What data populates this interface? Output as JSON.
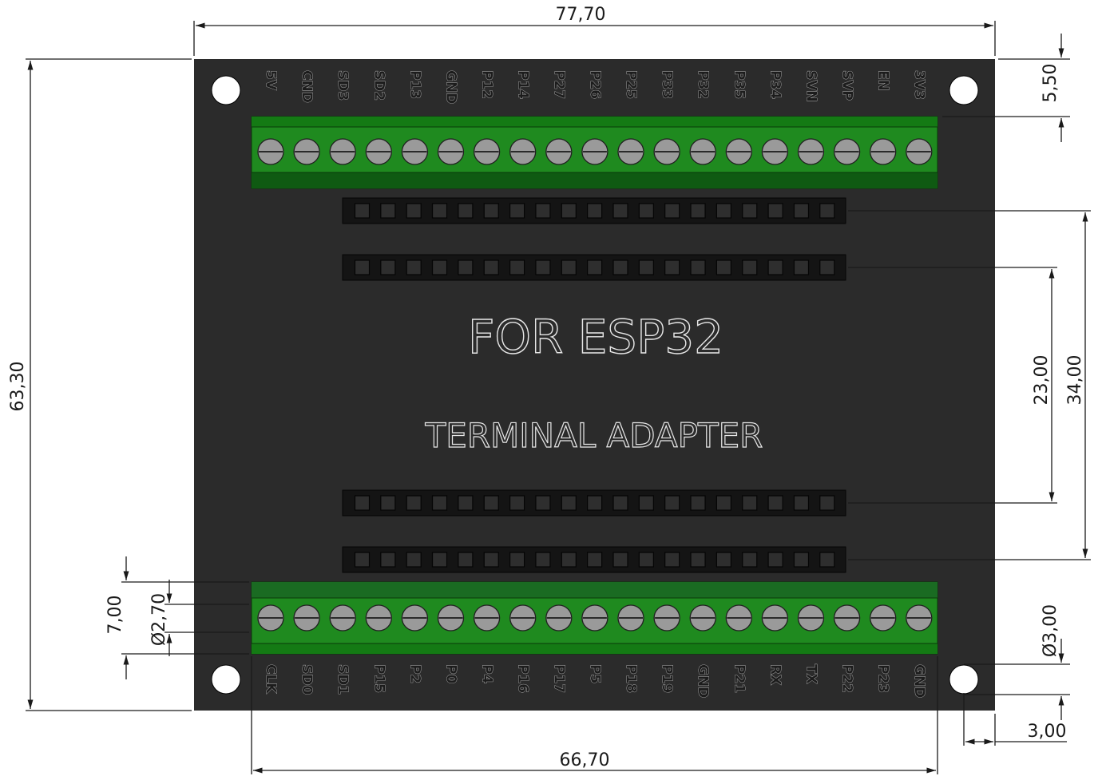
{
  "board": {
    "title_line1": "FOR ESP32",
    "title_line2": "TERMINAL ADAPTER",
    "top_pins": [
      "5V",
      "CND",
      "SD3",
      "SD2",
      "P13",
      "GND",
      "P12",
      "P14",
      "P27",
      "P26",
      "P25",
      "P33",
      "P32",
      "P35",
      "P34",
      "SVN",
      "SVP",
      "EN",
      "3V3"
    ],
    "bottom_pins": [
      "CLK",
      "SD0",
      "SD1",
      "P15",
      "P2",
      "P0",
      "P4",
      "P16",
      "P17",
      "P5",
      "P18",
      "P19",
      "GND",
      "P21",
      "RX",
      "TX",
      "P22",
      "P23",
      "GND"
    ],
    "header_pin_count": 19,
    "colors": {
      "pcb": "#2b2b2b",
      "terminal_green": "#1f8a1f",
      "terminal_dark": "#0f5a12",
      "screw": "#9a9a9a",
      "header": "#141414"
    }
  },
  "dimensions": {
    "overall_width": "77,70",
    "overall_height": "63,30",
    "terminal_width": "66,70",
    "top_margin": "5,50",
    "header_inner_spacing": "23,00",
    "header_outer_spacing": "34,00",
    "mount_hole_dia": "Ø3,00",
    "mount_hole_offset": "3,00",
    "terminal_depth": "7,00",
    "screw_dia": "Ø2,70"
  }
}
